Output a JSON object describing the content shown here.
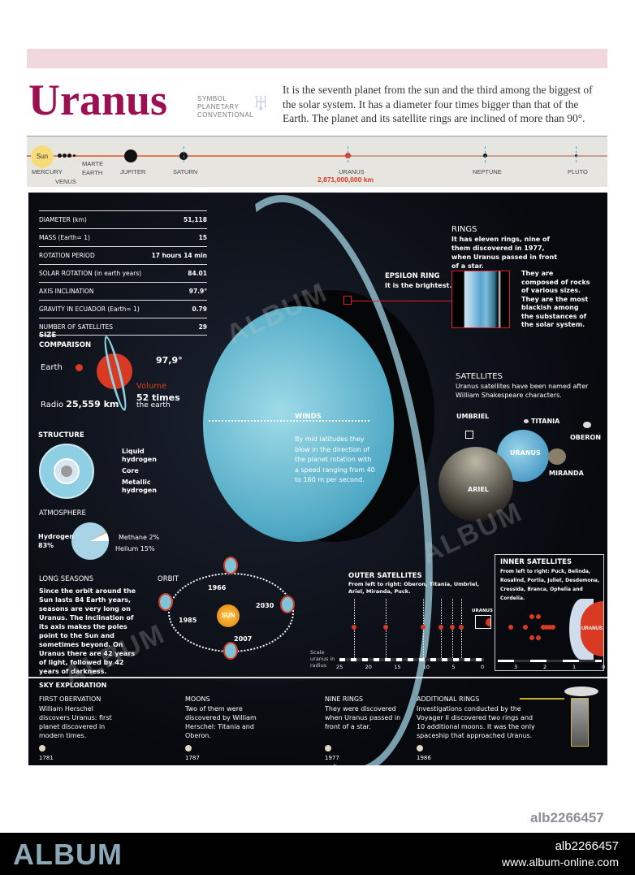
{
  "header": {
    "title": "Uranus",
    "symbol_label": [
      "SYMBOL",
      "PLANETARY",
      "CONVENTIONAL"
    ],
    "symbol_glyph": "♅",
    "description": "It is the seventh planet from the sun and the third among the biggest of the solar system. It has a diameter four times bigger than that of the Earth. The planet and its satellite rings are inclined of more than 90°."
  },
  "timeline": {
    "sun": "Sun",
    "planets": [
      "MERCURY",
      "VENUS",
      "MARTE",
      "EARTH",
      "JUPITER",
      "SATURN",
      "URANUS",
      "NEPTUNE",
      "PLUTO"
    ],
    "uranus_distance": "2,871,000,000 km"
  },
  "stats": [
    {
      "label": "DIAMETER (km)",
      "value": "51,118"
    },
    {
      "label": "MASS (Earth= 1)",
      "value": "15"
    },
    {
      "label": "ROTATION PERIOD",
      "value": "17 hours 14 min"
    },
    {
      "label": "SOLAR ROTATION (in earth years)",
      "value": "84.01"
    },
    {
      "label": "AXIS INCLINATION",
      "value": "97.9°"
    },
    {
      "label": "GRAVITY IN ECUADOR (Earth= 1)",
      "value": "0.79"
    },
    {
      "label": "NUMBER OF SATELLITES",
      "value": "29"
    }
  ],
  "size": {
    "heading": [
      "SIZE",
      "COMPARISON"
    ],
    "earth": "Earth",
    "angle": "97,9°",
    "volume": "Volume",
    "times": "52 times",
    "the_earth": "the earth",
    "radio": "Radio",
    "radio_value": "25,559 km"
  },
  "structure": {
    "heading": "STRUCTURE",
    "liquid": [
      "Liquid",
      "hydrogen"
    ],
    "core": "Core",
    "metallic": [
      "Metallic",
      "hydrogen"
    ]
  },
  "atmosphere": {
    "heading": "ATMOSPHERE",
    "hydrogen": "Hydrogen",
    "hydrogen_pct": "83%",
    "methane": "Methane 2%",
    "helium": "Helium 15%",
    "values": {
      "hydrogen": 83,
      "methane": 2,
      "helium": 15
    }
  },
  "seasons": {
    "heading": "LONG SEASONS",
    "text": "Since the orbit around the Sun lasts 84 Earth years, seasons are very long on Uranus. The inclination of its axis makes the poles point to the Sun and sometimes beyond. On Uranus there are 42 years of light, followed by 42 years of darkness."
  },
  "orbit": {
    "heading": "ORBIT",
    "sun": "SUN",
    "years": [
      "1966",
      "1985",
      "2030",
      "2007"
    ]
  },
  "winds": {
    "heading": "WINDS",
    "text": "By mid latitudes they blow in the direction of the planet rotation with a speed ranging from 40 to 160 m per second."
  },
  "rings": {
    "heading": "RINGS",
    "text": "It has eleven rings, nine of them discovered in 1977, when Uranus passed in front of a star.",
    "epsilon_heading": "EPSILON RING",
    "epsilon_text": "It is the brightest.",
    "composition": "They are composed of rocks of various sizes. They are the most blackish among the substances of the solar system."
  },
  "satellites": {
    "heading": "SATELLITES",
    "text": "Uranus satellites have been named after William Shakespeare characters.",
    "names": [
      "UMBRIEL",
      "TITANIA",
      "OBERON",
      "URANUS",
      "MIRANDA",
      "ARIEL"
    ]
  },
  "outer": {
    "heading": "OUTER SATELLITES",
    "text": "From left to right: Oberon, Titania, Umbriel, Ariel, Miranda, Puck.",
    "uranus": "URANUS",
    "scale_label": "Scale uranus in radius",
    "ticks": [
      "25",
      "20",
      "15",
      "10",
      "5",
      "0"
    ]
  },
  "inner": {
    "heading": "INNER SATELLITES",
    "text": "From left to right: Puck, Belinda, Rosalind, Portia, Juliet, Desdemona, Cressida, Branca, Ophelia and Cordelia.",
    "uranus": "URANUS",
    "ticks": [
      "3",
      "2",
      "1",
      "0"
    ]
  },
  "exploration": {
    "heading": "SKY EXPLORATION",
    "items": [
      {
        "title": "FIRST OBERVATION",
        "text": "William Herschel discovers Uranus: first planet discovered in modern times.",
        "year": "1781"
      },
      {
        "title": "MOONS",
        "text": "Two of them were discovered by William Herschel: Titania and Oberon.",
        "year": "1787"
      },
      {
        "title": "NINE RINGS",
        "text": "They were discovered when Uranus passed in front of a star.",
        "year": "1977"
      },
      {
        "title": "ADDITIONAL RINGS",
        "text": "Investigations conducted by the Voyager II discovered two rings and 10 additional moons. It was the only spaceship that approached Uranus.",
        "year": "1986"
      }
    ]
  },
  "watermark": "ALBUM",
  "footer": {
    "id_top": "alb2266457",
    "logo": "ALBUM",
    "id": "alb2266457",
    "url": "www.album-online.com"
  },
  "colors": {
    "accent": "#9b1050",
    "red": "#d93a24",
    "uranus": "#7fc3d8"
  }
}
